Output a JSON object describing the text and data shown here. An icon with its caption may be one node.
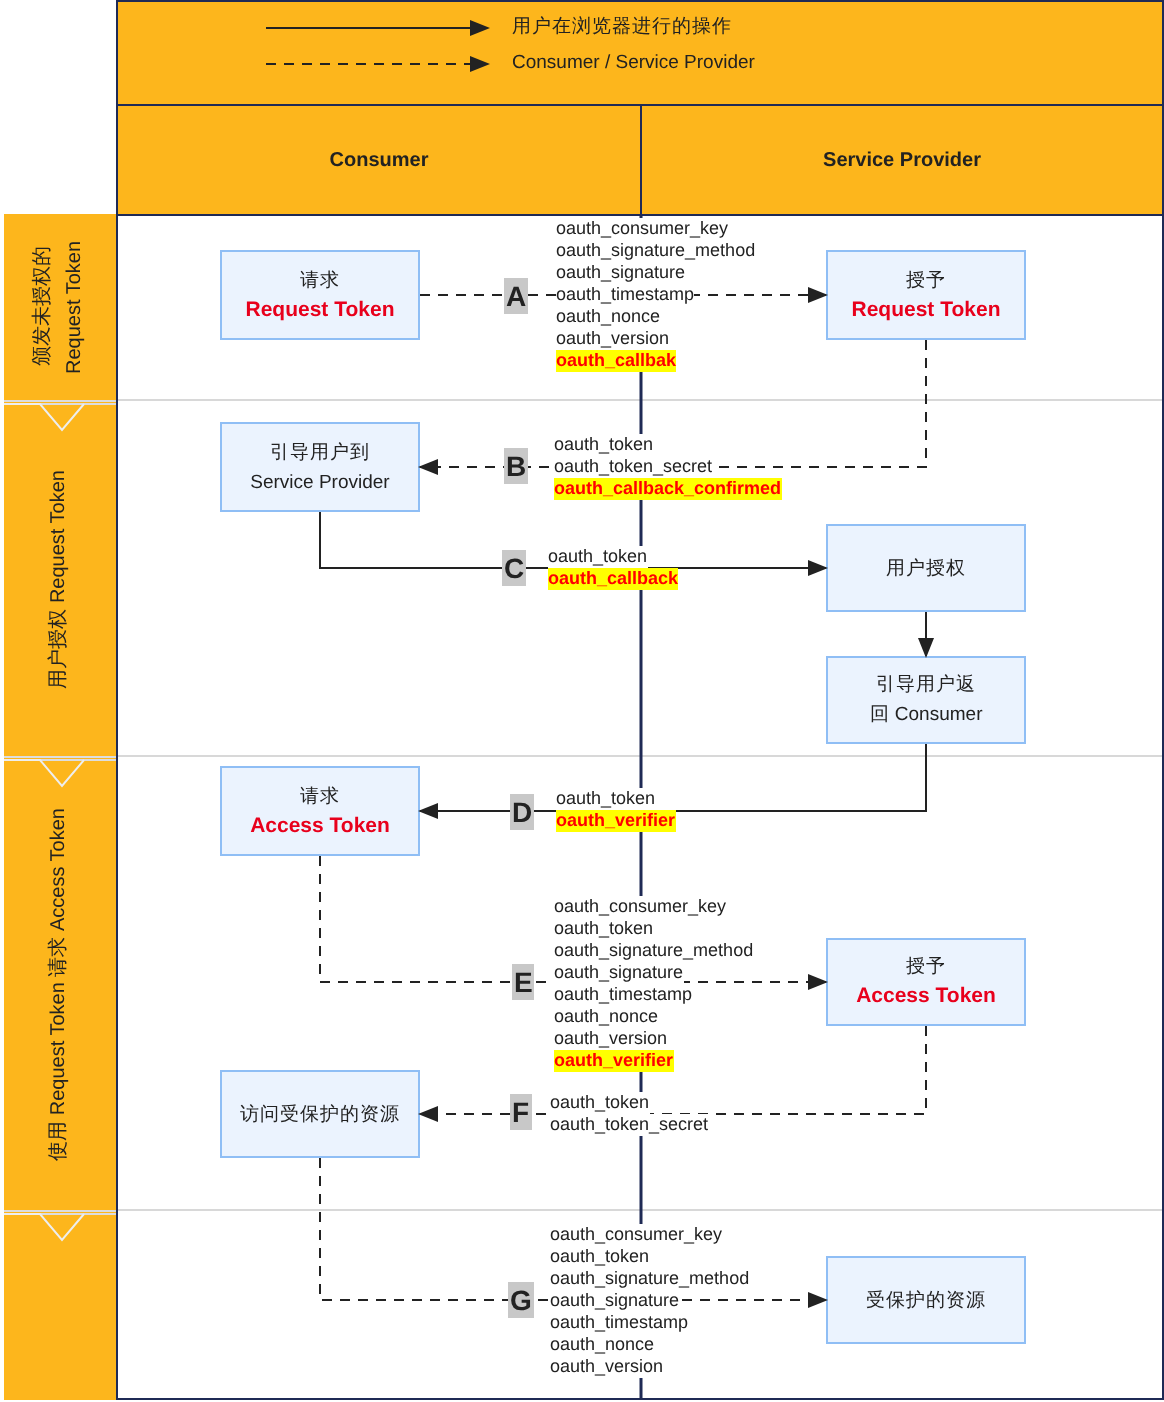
{
  "diagram": {
    "nodes": [
      {
        "text": [
          "Consumer"
        ]
      },
      {
        "text": [
          "Service Provider"
        ]
      },
      {
        "text": [
          "颁发未授权的 Request Token"
        ]
      },
      {
        "text": [
          "用户授权 Request Token"
        ]
      },
      {
        "text": [
          "使用 Request Token 请求 Access Token"
        ]
      },
      {
        "text": [],
        "shape": "band"
      },
      {
        "text": [
          "请求",
          "Request Token"
        ]
      },
      {
        "text": [
          "授予",
          "Request Token"
        ]
      },
      {
        "text": [
          "引导用户到 Service Provider"
        ]
      },
      {
        "text": [
          "用户授权"
        ]
      },
      {
        "text": [
          "引导用户返回 Consumer"
        ]
      },
      {
        "text": [
          "请求",
          "Access Token"
        ]
      },
      {
        "text": [
          "授予",
          "Access Token"
        ]
      },
      {
        "text": [
          "访问受保护的资源"
        ]
      },
      {
        "text": [
          "受保护的资源"
        ]
      }
    ],
    "edges": [
      {
        "from": 6,
        "to": 7,
        "arrow": "to",
        "style": "dashed",
        "label": "A"
      },
      {
        "from": 7,
        "to": 8,
        "arrow": "to",
        "style": "dashed",
        "label": "B"
      },
      {
        "from": 8,
        "to": 9,
        "arrow": "to",
        "label": "C"
      },
      {
        "from": 9,
        "to": 10,
        "arrow": "to"
      },
      {
        "from": 10,
        "to": 11,
        "arrow": "to",
        "label": "D"
      },
      {
        "from": 11,
        "to": 12,
        "arrow": "to",
        "style": "dashed",
        "label": "E"
      },
      {
        "from": 12,
        "to": 13,
        "arrow": "to",
        "style": "dashed",
        "label": "F"
      },
      {
        "from": 13,
        "to": 14,
        "arrow": "to",
        "style": "dashed",
        "label": "G"
      }
    ],
    "labels": [
      "oauth_consumer_key",
      "oauth_signature_method",
      "oauth_signature",
      "oauth_timestamp",
      "oauth_nonce",
      "oauth_version",
      "oauth_callbak",
      "oauth_token",
      "oauth_token_secret",
      "oauth_callback_confirmed",
      "oauth_token",
      "oauth_callback",
      "oauth_token",
      "oauth_verifier",
      "oauth_consumer_key",
      "oauth_token",
      "oauth_signature_method",
      "oauth_signature",
      "oauth_timestamp",
      "oauth_nonce",
      "oauth_version",
      "oauth_verifier",
      "oauth_token",
      "oauth_token_secret",
      "oauth_consumer_key",
      "oauth_token",
      "oauth_signature_method",
      "oauth_signature",
      "oauth_timestamp",
      "oauth_nonce",
      "oauth_version"
    ],
    "legend": [
      {
        "text": "用户在浏览器进行的操作"
      },
      {
        "text": "Consumer / Service Provider"
      }
    ]
  }
}
